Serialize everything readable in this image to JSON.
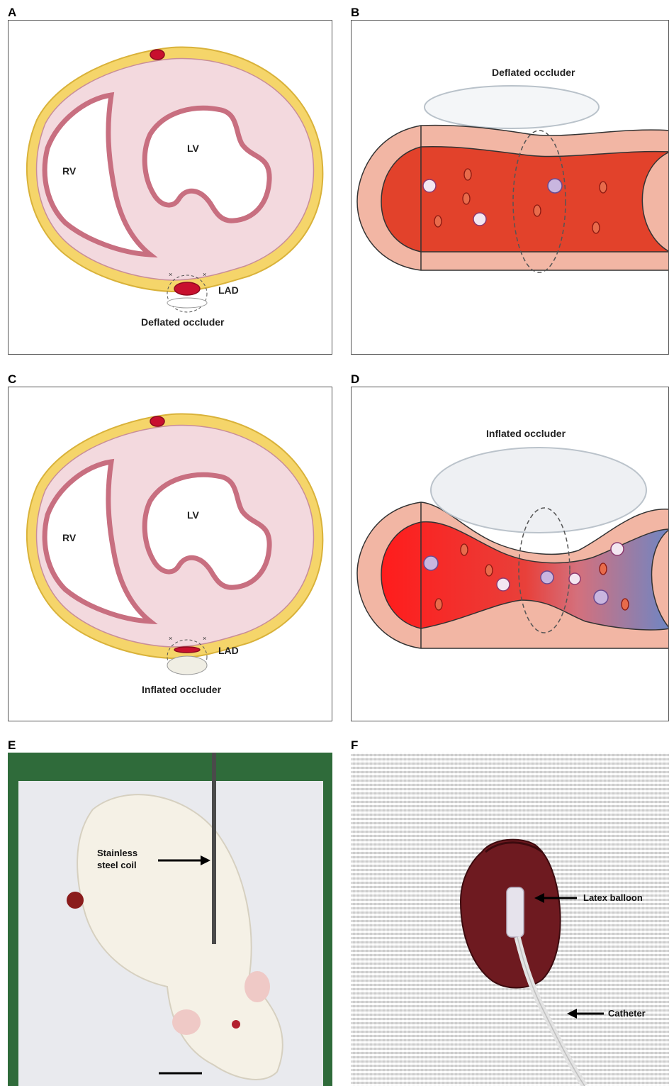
{
  "panels": {
    "a": {
      "letter": "A",
      "rv": "RV",
      "lv": "LV",
      "lad": "LAD",
      "occluder": "Deflated occluder"
    },
    "b": {
      "letter": "B",
      "occluder": "Deflated occluder"
    },
    "c": {
      "letter": "C",
      "rv": "RV",
      "lv": "LV",
      "lad": "LAD",
      "occluder": "Inflated occluder"
    },
    "d": {
      "letter": "D",
      "occluder": "Inflated occluder"
    },
    "e": {
      "letter": "E",
      "coil_line1": "Stainless",
      "coil_line2": "steel coil"
    },
    "f": {
      "letter": "F",
      "balloon": "Latex balloon",
      "catheter": "Catheter"
    }
  },
  "colors": {
    "fat": "#f5d56a",
    "myocardium": "#f3d9de",
    "endocardium": "#d48a97",
    "blood": "#e2422b",
    "venous": "#7f8fc6",
    "vessel_wall": "#f2b6a4"
  }
}
